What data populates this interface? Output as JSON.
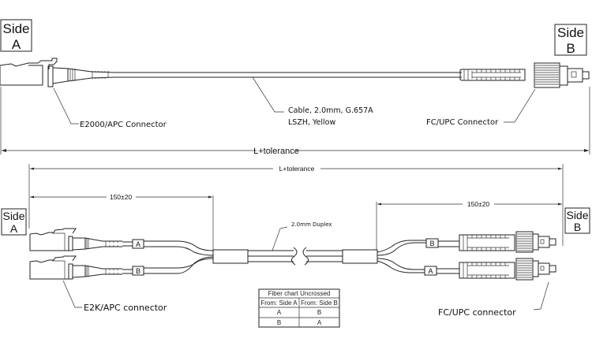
{
  "top_drawing": {
    "side_a": {
      "line1": "Side",
      "line2": "A"
    },
    "side_b": {
      "line1": "Side",
      "line2": "B"
    },
    "connector_a_label": "E2000/APC Connector",
    "connector_b_label": "FC/UPC Connector",
    "cable_label_line1": "Cable, 2.0mm, G.657A",
    "cable_label_line2": "LSZH, Yellow",
    "length_label": "L+tolerance"
  },
  "bottom_drawing": {
    "side_a": {
      "line1": "Side",
      "line2": "A"
    },
    "side_b": {
      "line1": "Side",
      "line2": "B"
    },
    "length_label": "L+tolerance",
    "breakout_a_label": "150±20",
    "breakout_b_label": "150±20",
    "cable_label": "2.0mm  Duplex",
    "connector_a_label": "E2K/APC connector",
    "connector_b_label": "FC/UPC connector",
    "tag_a_side": [
      "A",
      "B"
    ],
    "tag_b_side": [
      "B",
      "A"
    ]
  },
  "fiber_chart": {
    "title": "Fiber chart Uncrossed",
    "headers": [
      "From: Side A",
      "From: Side B"
    ],
    "rows": [
      [
        "A",
        "B"
      ],
      [
        "B",
        "A"
      ]
    ]
  }
}
